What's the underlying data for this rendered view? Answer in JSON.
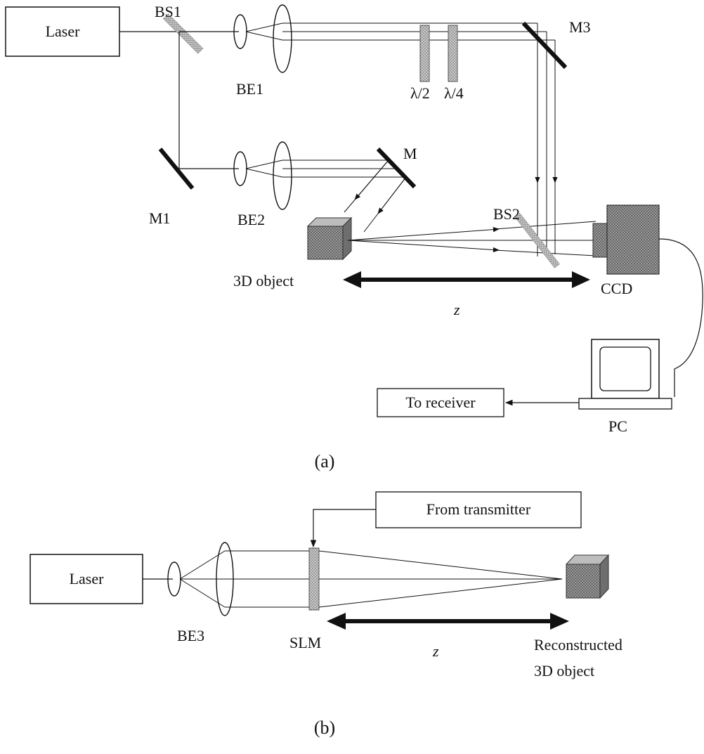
{
  "panel_a": {
    "laser": "Laser",
    "bs1": "BS1",
    "be1": "BE1",
    "half_wave": "λ/2",
    "quarter_wave": "λ/4",
    "m3": "M3",
    "m": "M",
    "m1": "M1",
    "be2": "BE2",
    "bs2": "BS2",
    "object": "3D object",
    "z": "z",
    "ccd": "CCD",
    "to_receiver": "To receiver",
    "pc": "PC",
    "caption": "(a)"
  },
  "panel_b": {
    "laser": "Laser",
    "from_transmitter": "From transmitter",
    "be3": "BE3",
    "slm": "SLM",
    "z": "z",
    "reconstructed_line1": "Reconstructed",
    "reconstructed_line2": "3D object",
    "caption": "(b)"
  },
  "colors": {
    "line": "#111111",
    "splitter": "#9a9a9a",
    "object_fill": "#8c8c8c"
  }
}
